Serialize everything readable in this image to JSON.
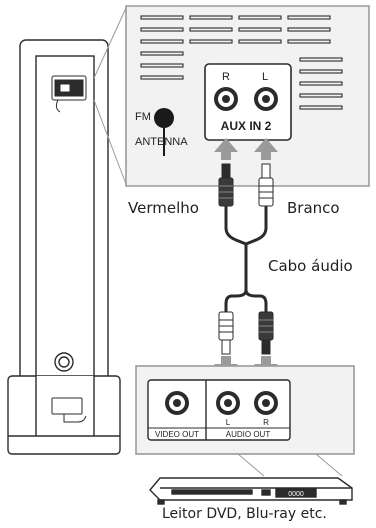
{
  "panel": {
    "fm_label": "FM",
    "antenna_label": "ANTENNA",
    "aux_r": "R",
    "aux_l": "L",
    "aux_label": "AUX IN 2"
  },
  "cable": {
    "left_plug_label": "Vermelho",
    "right_plug_label": "Branco",
    "cable_label": "Cabo áudio"
  },
  "player": {
    "video_out": "VIDEO OUT",
    "audio_out": "AUDIO OUT",
    "jack_l": "L",
    "jack_r": "R",
    "display_text": "0000",
    "caption": "Leitor DVD, Blu-ray etc."
  },
  "colors": {
    "line": "#2b2b2b",
    "panel_fill": "#f2f2f2",
    "arrow": "#9a9a9a",
    "unit_fill": "#ffffff"
  }
}
